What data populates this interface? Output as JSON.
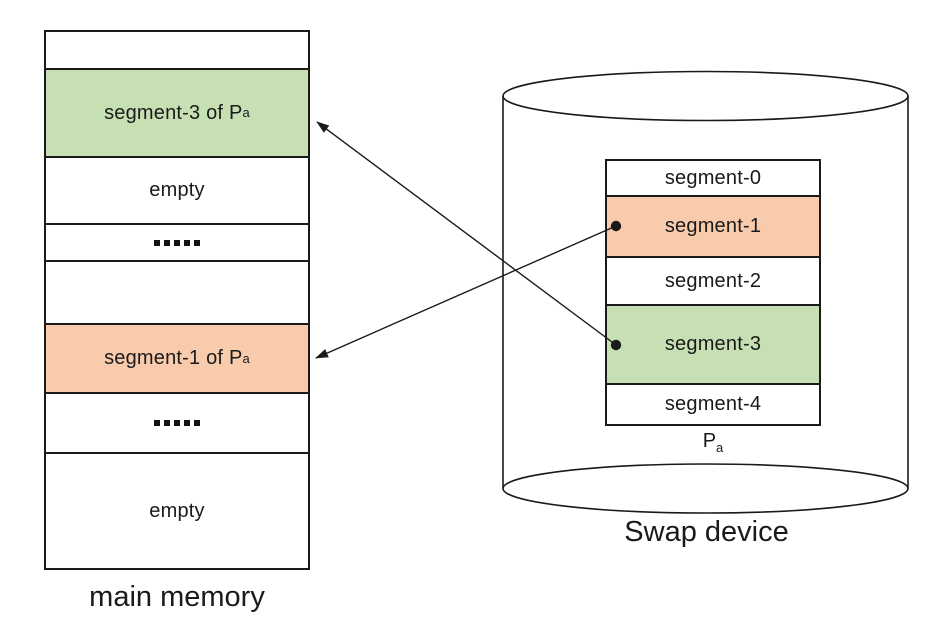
{
  "colors": {
    "green": "#C6E0B4",
    "orange": "#F8CBAD",
    "line": "#1a1a1a",
    "background": "#ffffff"
  },
  "main_memory": {
    "caption": "main memory",
    "rows": [
      {
        "label": "",
        "fill": "white"
      },
      {
        "label": "segment-3 of P",
        "sub": "a",
        "fill": "green"
      },
      {
        "label": "empty",
        "fill": "white"
      },
      {
        "label": "",
        "dots": "•••••",
        "fill": "white"
      },
      {
        "label": "",
        "fill": "white"
      },
      {
        "label": "segment-1 of P",
        "sub": "a",
        "fill": "orange"
      },
      {
        "label": "",
        "dots": "•••••",
        "fill": "white"
      },
      {
        "label": "empty",
        "fill": "white"
      }
    ]
  },
  "swap_device": {
    "caption": "Swap device",
    "process": {
      "label": "P",
      "sub": "a"
    },
    "segments": [
      {
        "label": "segment-0",
        "fill": "white"
      },
      {
        "label": "segment-1",
        "fill": "orange"
      },
      {
        "label": "segment-2",
        "fill": "white"
      },
      {
        "label": "segment-3",
        "fill": "green"
      },
      {
        "label": "segment-4",
        "fill": "white"
      }
    ]
  },
  "arrows": [
    {
      "from": "swap-device segment-1",
      "to": "main-memory segment-1 of Pa"
    },
    {
      "from": "swap-device segment-3",
      "to": "main-memory segment-3 of Pa"
    }
  ]
}
